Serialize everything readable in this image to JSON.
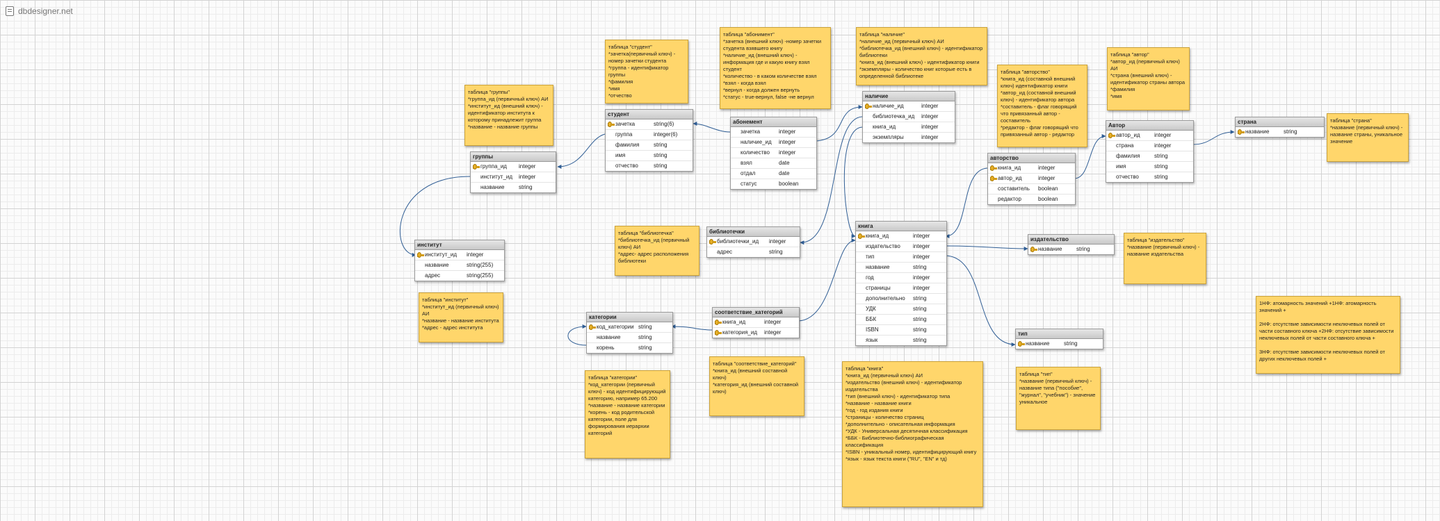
{
  "app_title": "dbdesigner.net",
  "colors": {
    "note_fill": "#ffd66b",
    "wire": "#2f5d94",
    "key": "#e8b12a",
    "header": "#d7d7d7"
  },
  "tables": [
    {
      "id": "gruppy",
      "title": "группы",
      "rows": [
        {
          "key": true,
          "name": "группа_ид",
          "type": "integer"
        },
        {
          "key": false,
          "name": "институт_ид",
          "type": "integer"
        },
        {
          "key": false,
          "name": "название",
          "type": "string"
        }
      ]
    },
    {
      "id": "institut",
      "title": "институт",
      "rows": [
        {
          "key": true,
          "name": "институт_ид",
          "type": "integer"
        },
        {
          "key": false,
          "name": "название",
          "type": "string(255)"
        },
        {
          "key": false,
          "name": "адрес",
          "type": "string(255)"
        }
      ]
    },
    {
      "id": "student",
      "title": "студент",
      "rows": [
        {
          "key": true,
          "name": "зачетка",
          "type": "string(6)"
        },
        {
          "key": false,
          "name": "группа",
          "type": "integer(6)"
        },
        {
          "key": false,
          "name": "фамилия",
          "type": "string"
        },
        {
          "key": false,
          "name": "имя",
          "type": "string"
        },
        {
          "key": false,
          "name": "отчество",
          "type": "string"
        }
      ]
    },
    {
      "id": "abonement",
      "title": "абонемент",
      "rows": [
        {
          "key": false,
          "name": "зачетка",
          "type": "integer"
        },
        {
          "key": false,
          "name": "наличие_ид",
          "type": "integer"
        },
        {
          "key": false,
          "name": "количество",
          "type": "integer"
        },
        {
          "key": false,
          "name": "взял",
          "type": "date"
        },
        {
          "key": false,
          "name": "отдал",
          "type": "date"
        },
        {
          "key": false,
          "name": "статус",
          "type": "boolean"
        }
      ]
    },
    {
      "id": "nalichie",
      "title": "наличие",
      "rows": [
        {
          "key": true,
          "name": "наличие_ид",
          "type": "integer"
        },
        {
          "key": false,
          "name": "библиотечка_ид",
          "type": "integer"
        },
        {
          "key": false,
          "name": "книга_ид",
          "type": "integer"
        },
        {
          "key": false,
          "name": "экземпляры",
          "type": "integer"
        }
      ]
    },
    {
      "id": "avtorstvo",
      "title": "авторство",
      "rows": [
        {
          "key": true,
          "name": "книга_ид",
          "type": "integer"
        },
        {
          "key": true,
          "name": "автор_ид",
          "type": "integer"
        },
        {
          "key": false,
          "name": "составитель",
          "type": "boolean"
        },
        {
          "key": false,
          "name": "редактор",
          "type": "boolean"
        }
      ]
    },
    {
      "id": "avtor",
      "title": "Автор",
      "rows": [
        {
          "key": true,
          "name": "автор_ид",
          "type": "integer"
        },
        {
          "key": false,
          "name": "страна",
          "type": "integer"
        },
        {
          "key": false,
          "name": "фамилия",
          "type": "string"
        },
        {
          "key": false,
          "name": "имя",
          "type": "string"
        },
        {
          "key": false,
          "name": "отчество",
          "type": "string"
        }
      ]
    },
    {
      "id": "strana",
      "title": "страна",
      "rows": [
        {
          "key": true,
          "name": "название",
          "type": "string"
        }
      ]
    },
    {
      "id": "biblioteki",
      "title": "библиотечки",
      "rows": [
        {
          "key": true,
          "name": "библиотечки_ид",
          "type": "integer"
        },
        {
          "key": false,
          "name": "адрес",
          "type": "string"
        }
      ]
    },
    {
      "id": "kniga",
      "title": "книга",
      "rows": [
        {
          "key": true,
          "name": "книга_ид",
          "type": "integer"
        },
        {
          "key": false,
          "name": "издательство",
          "type": "integer"
        },
        {
          "key": false,
          "name": "тип",
          "type": "integer"
        },
        {
          "key": false,
          "name": "название",
          "type": "string"
        },
        {
          "key": false,
          "name": "год",
          "type": "integer"
        },
        {
          "key": false,
          "name": "страницы",
          "type": "integer"
        },
        {
          "key": false,
          "name": "дополнительно",
          "type": "string"
        },
        {
          "key": false,
          "name": "УДК",
          "type": "string"
        },
        {
          "key": false,
          "name": "ББК",
          "type": "string"
        },
        {
          "key": false,
          "name": "ISBN",
          "type": "string"
        },
        {
          "key": false,
          "name": "язык",
          "type": "string"
        }
      ]
    },
    {
      "id": "izdatelstvo",
      "title": "издательство",
      "rows": [
        {
          "key": true,
          "name": "название",
          "type": "string"
        }
      ]
    },
    {
      "id": "tip",
      "title": "тип",
      "rows": [
        {
          "key": true,
          "name": "название",
          "type": "string"
        }
      ]
    },
    {
      "id": "kategorii",
      "title": "категории",
      "rows": [
        {
          "key": true,
          "name": "код_категории",
          "type": "string"
        },
        {
          "key": false,
          "name": "название",
          "type": "string"
        },
        {
          "key": false,
          "name": "корень",
          "type": "string"
        }
      ]
    },
    {
      "id": "sootv",
      "title": "соответствие_категорий",
      "rows": [
        {
          "key": true,
          "name": "книга_ид",
          "type": "integer"
        },
        {
          "key": true,
          "name": "категория_ид",
          "type": "integer"
        }
      ]
    }
  ],
  "notes": [
    {
      "id": "gruppy",
      "text": "таблица \"группы\"\n*группа_ид (первичный ключ) АИ\n*институт_ид (внешний ключ) - идентификатор института к которому принадлежит группа\n*название - название группы"
    },
    {
      "id": "student",
      "text": "таблица \"студент\"\n*зачетка(первичный ключ) - номер зачетки студента\n*группа - идентификатор группы\n*фамилия\n*имя\n*отчество"
    },
    {
      "id": "abonement",
      "text": "таблица \"абонимент\"\n*зачетка (внешний ключ) -номер зачетки студента взявшего книгу\n*наличие_ид (внешний ключ) - информация где и какую книгу взял студент\n*количество - в каком количестве взял\n*взял - когда взял\n*вернул - когда должен вернуть\n*статус - true-вернул, false -не вернул"
    },
    {
      "id": "nalichie",
      "text": "таблица \"наличие\"\n*наличие_ид (первичный ключ) АИ\n*библиотечка_ид (внешний ключ) - идентификатор библиотеки\n*книга_ид (внешний ключ) - идентификатор книги\n*экземпляры - количество книг которые есть в определенной библиотеке"
    },
    {
      "id": "avtorstvo",
      "text": "таблица \"авторство\"\n*книга_ид (составной внешний ключ) идентификатор книги\n*автор_ид (составной внешний ключ) - идентификатор автора\n*составитель - флаг говорящий что привязанный автор - составитель\n*редактор - флаг говорящий что привязанный автор - редактор"
    },
    {
      "id": "avtor",
      "text": "таблица \"автор\"\n*автор_ид (первичный ключ) АИ\n*страна (внешний ключ) - идентификатор страны автора\n*фамилия\n*имя"
    },
    {
      "id": "strana",
      "text": "таблица \"страна\"\n*название (первичный ключ) - название страны, уникальное значение"
    },
    {
      "id": "biblioteki",
      "text": "таблица \"библиотечка\"\n*библиотечка_ид (первичный ключ) АИ\n*адрес- адрес расположения библиотеки"
    },
    {
      "id": "institut",
      "text": "таблица \"институт\"\n*институт_ид (первичный ключ) АИ\n*название - название института\n*адрес - адрес института"
    },
    {
      "id": "izdatelstvo",
      "text": "таблица \"издательство\"\n*название (первичный ключ) - название издательства"
    },
    {
      "id": "kategorii",
      "text": "таблица \"категории\"\n*код_категории (первичный ключ) - код идентифицирующий категорию, например 65.200\n*название - название категории\n*корень - код родительской категории, поле для формирования иерархии категорий"
    },
    {
      "id": "sootv",
      "text": "таблица \"соответствие_категорий\"\n*книга_ид (внешний составной ключ)\n*категория_ид (внешний составной ключ)"
    },
    {
      "id": "kniga",
      "text": "таблица \"книга\"\n*книга_ид (первичный ключ) АИ\n*издательство (внешний ключ) - идентификатор издательства\n*тип (внешний ключ) - идентификатор типа\n*название - название книги\n*год - год издания книги\n*страницы - количество страниц\n*дополнительно - описательная информация\n*УДК - Универсальная десятичная классификация\n*ББК - Библиотечно-библиографическая классификация\n*ISBN - уникальный номер, идентифицирующий книгу\n*язык - язык текста книги (\"RU\", \"EN\" и тд)"
    },
    {
      "id": "tip",
      "text": "таблица \"тип\"\n*название (первичный ключ) - название типа (\"пособие\", \"журнал\", \"учебник\") - значение уникальное"
    },
    {
      "id": "normal_forms",
      "text": "1НФ: атомарность значений +1НФ: атомарность значений +\n\n2НФ: отсутствие зависимости неключевых полей от части составного ключа +2НФ: отсутствие зависимости неключевых полей от части составного ключа +\n\n3НФ: отсутствие зависимости неключевых полей от других неключевых полей +"
    }
  ]
}
